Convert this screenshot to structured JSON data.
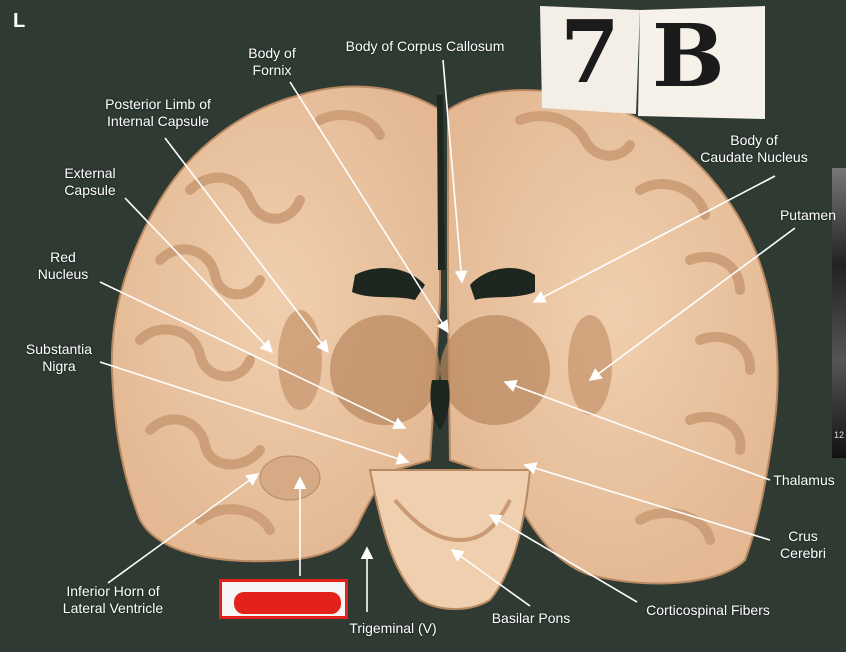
{
  "side_marker": "L",
  "plate": {
    "number": "7",
    "letter": "B"
  },
  "edge_text": "12",
  "labels": {
    "body_of_corpus_callosum": "Body of Corpus Callosum",
    "body_of_fornix": "Body of\nFornix",
    "posterior_limb_internal_capsule": "Posterior Limb of\nInternal Capsule",
    "body_of_caudate_nucleus": "Body of\nCaudate Nucleus",
    "external_capsule": "External\nCapsule",
    "putamen": "Putamen",
    "red_nucleus": "Red\nNucleus",
    "substantia_nigra": "Substantia\nNigra",
    "thalamus": "Thalamus",
    "crus_cerebri": "Crus\nCerebri",
    "inferior_horn": "Inferior Horn of\nLateral Ventricle",
    "trigeminal": "Trigeminal (V)",
    "basilar_pons": "Basilar Pons",
    "corticospinal_fibers": "Corticospinal Fibers"
  },
  "colors": {
    "background": "#2f3a33",
    "tissue_white_matter": "#ecc6a4",
    "tissue_gray_matter": "#c99a73",
    "tissue_deep": "#b8875e",
    "ventricle": "#1e2620",
    "annotation": "#ffffff",
    "answer_box": "#e2221b"
  }
}
